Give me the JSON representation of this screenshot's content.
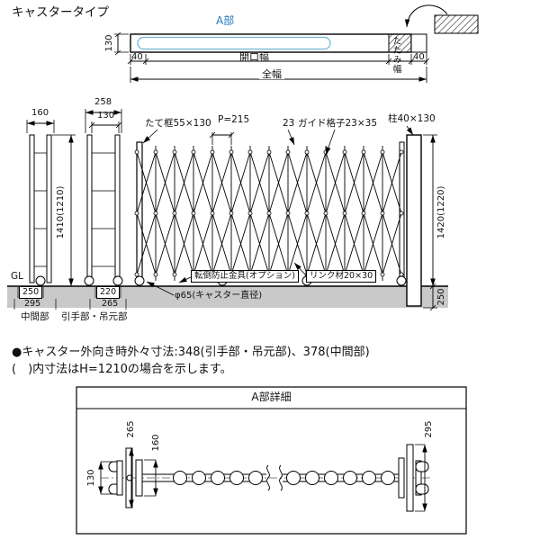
{
  "title": "キャスタータイプ",
  "plan_view": {
    "section_label": "A部",
    "height": "130",
    "margin_left": "40",
    "opening_width": "開口幅",
    "folding_width": "たたみ幅",
    "margin_right": "40",
    "total_width": "全幅"
  },
  "elevation": {
    "post_mid_width": "160",
    "post_end_width": "258",
    "post_end_inner": "130",
    "gate_height": "1410(1210)",
    "ground_level": "GL",
    "mid_base_width": "250",
    "mid_base_outer": "295",
    "end_base_width": "220",
    "end_base_outer": "265",
    "mid_label": "中間部",
    "end_label": "引手部・吊元部",
    "stile_label": "たて框55×130",
    "pitch_label": "P=215",
    "lattice_width": "23",
    "lattice_label": "ガイド格子23×35",
    "pillar_label": "柱40×130",
    "pillar_height": "1420(1220)",
    "embed_depth": "250",
    "tipover_label": "転倒防止金具(オプション)",
    "link_label": "リンク材20×30",
    "caster_label": "φ65(キャスター直径)"
  },
  "notes": {
    "line1": "●キャスター外向き時外々寸法:348(引手部・吊元部)、378(中間部)",
    "line2": "(　)内寸法はH=1210の場合を示します。"
  },
  "detail": {
    "title": "A部詳細",
    "dim_130": "130",
    "dim_265": "265",
    "dim_160": "160",
    "dim_295": "295"
  }
}
